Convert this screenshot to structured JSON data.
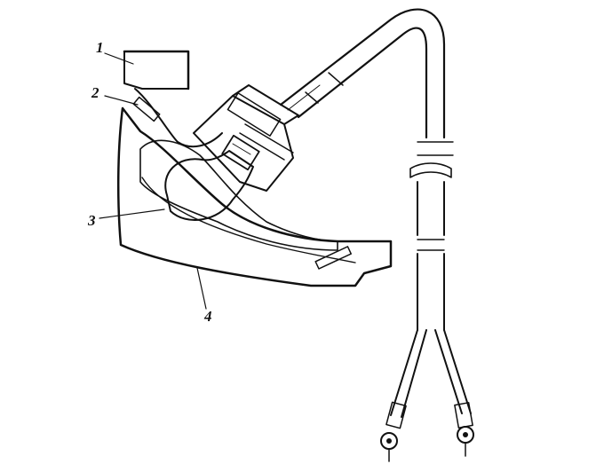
{
  "figure": {
    "callouts": [
      {
        "id": "1",
        "text": "1"
      },
      {
        "id": "2",
        "text": "2"
      },
      {
        "id": "3",
        "text": "3"
      },
      {
        "id": "4",
        "text": "4"
      }
    ]
  }
}
